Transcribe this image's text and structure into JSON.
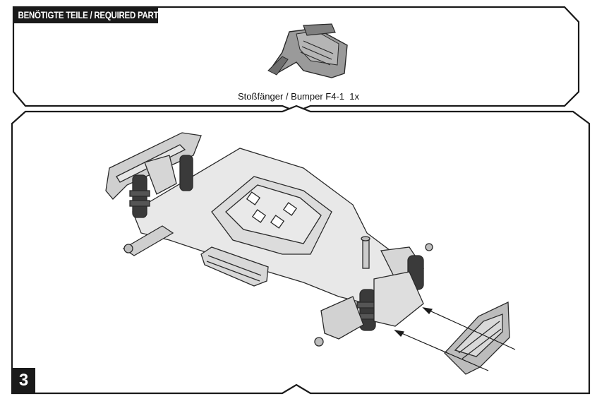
{
  "section_header": "BENÖTIGTE TEILE / REQUIRED PARTS",
  "part": {
    "name": "Stoßfänger / Bumper F4-1",
    "quantity": "1x"
  },
  "step_number": "3",
  "colors": {
    "ink": "#1a1a1a",
    "part_gray": "#8a8a8a",
    "chassis_light": "#ececec",
    "chassis_mid": "#d2d2d2"
  }
}
